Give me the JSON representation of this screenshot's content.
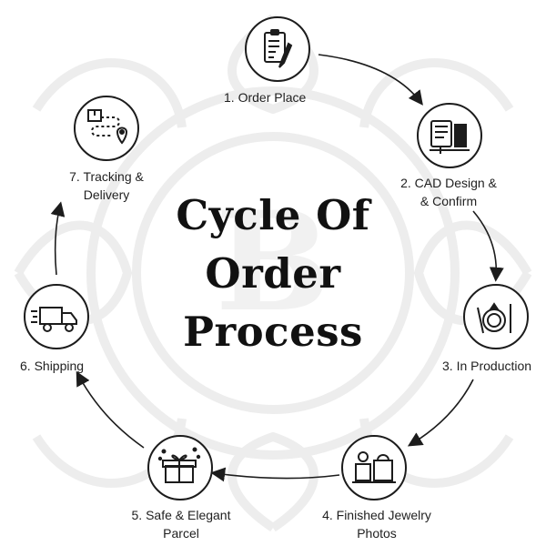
{
  "title": {
    "line1": "Cycle Of",
    "line2": "Order",
    "line3": "Process"
  },
  "steps": [
    {
      "line1": "1. Order Place",
      "line2": "",
      "icon": "clipboard-pen-icon"
    },
    {
      "line1": "2. CAD Design &",
      "line2": "& Confirm",
      "icon": "cad-workstation-icon"
    },
    {
      "line1": "3. In Production",
      "line2": "",
      "icon": "ring-tools-icon"
    },
    {
      "line1": "4. Finished Jewelry",
      "line2": "Photos",
      "icon": "jewelry-box-icon"
    },
    {
      "line1": "5. Safe & Elegant",
      "line2": "Parcel",
      "icon": "gift-box-icon"
    },
    {
      "line1": "6. Shipping",
      "line2": "",
      "icon": "delivery-truck-icon"
    },
    {
      "line1": "7. Tracking &",
      "line2": "Delivery",
      "icon": "tracking-route-icon"
    }
  ],
  "colors": {
    "ink": "#1c1c1c",
    "watermark": "#ececec"
  }
}
